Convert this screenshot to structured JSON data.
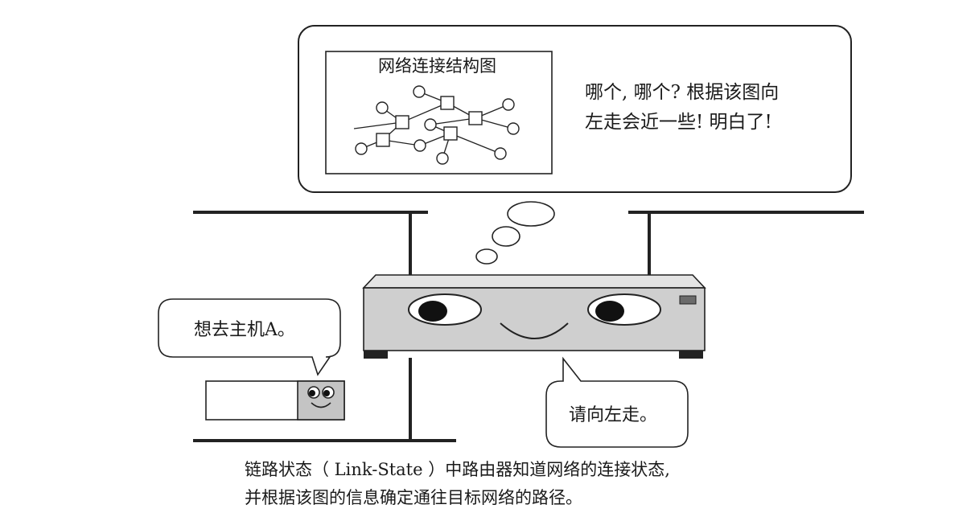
{
  "map_panel": {
    "title": "网络连接结构图"
  },
  "router_thought": {
    "line1": "哪个, 哪个? 根据该图向",
    "line2": "左走会近一些! 明白了!"
  },
  "host_speech": {
    "text": "想去主机A。"
  },
  "router_speech": {
    "text": "请向左走。"
  },
  "caption": {
    "line1": "链路状态（ Link-State ）中路由器知道网络的连接状态,",
    "line2": "并根据该图的信息确定通往目标网络的路径。"
  },
  "colors": {
    "router_body": "#cfcfcf",
    "router_top": "#e4e4e4",
    "host_face": "#c4c4c4",
    "line": "#222222"
  }
}
